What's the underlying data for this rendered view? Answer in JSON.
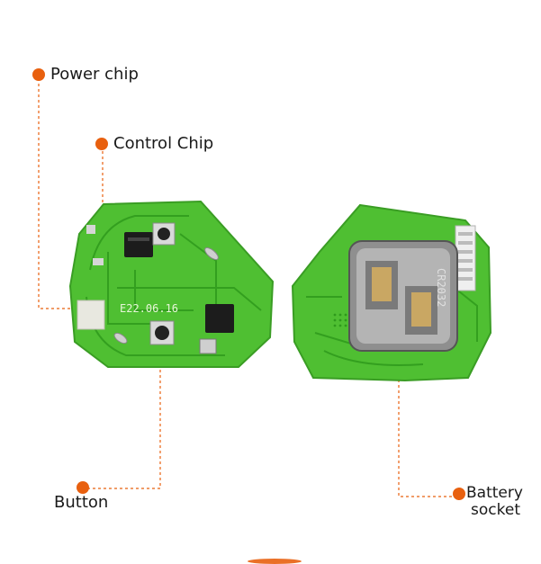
{
  "callouts": {
    "power_chip": "Power chip",
    "control_chip": "Control Chip",
    "button": "Button",
    "battery_socket_line1": "Battery",
    "battery_socket_line2": "socket"
  },
  "board_text": {
    "date_code": "E22.06.16",
    "cell_model": "CR2032"
  },
  "colors": {
    "accent": "#e8600f",
    "pcb_green": "#4fbf32",
    "pcb_trace": "#2f9a1c",
    "text": "#1a1a1a"
  }
}
